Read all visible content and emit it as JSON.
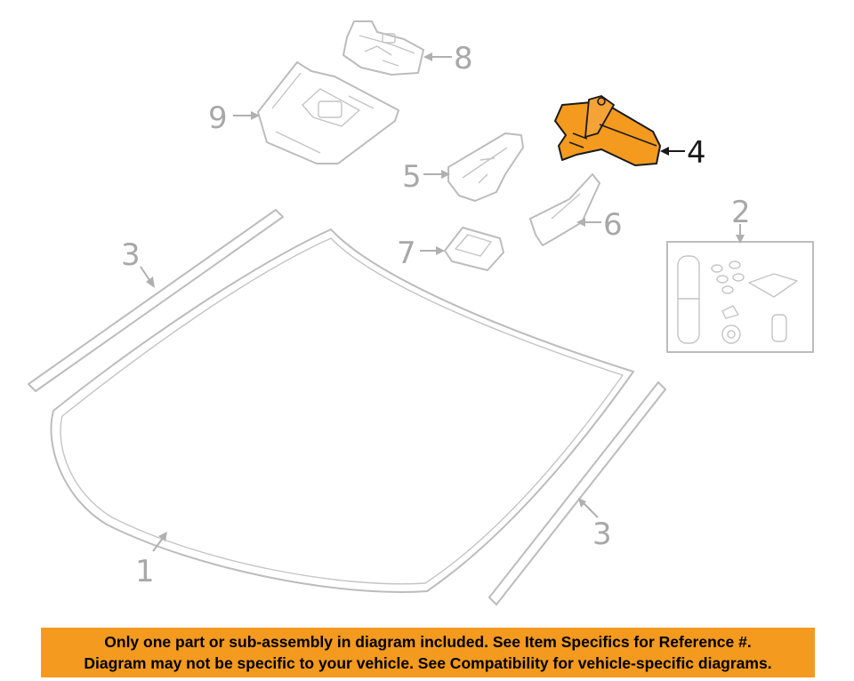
{
  "diagram": {
    "callouts": {
      "c1": "1",
      "c2": "2",
      "c3_left": "3",
      "c3_right": "3",
      "c4": "4",
      "c5": "5",
      "c6": "6",
      "c7": "7",
      "c8": "8",
      "c9": "9"
    },
    "highlight_part": "4",
    "highlight_color": "#f39a1f",
    "ghost_color": "#bcbcbc"
  },
  "notice": {
    "line1": "Only one part or sub-assembly in diagram included. See Item Specifics for Reference #.",
    "line2": "Diagram may not be specific to your vehicle. See Compatibility for vehicle-specific diagrams.",
    "background": "#f39a1f"
  }
}
